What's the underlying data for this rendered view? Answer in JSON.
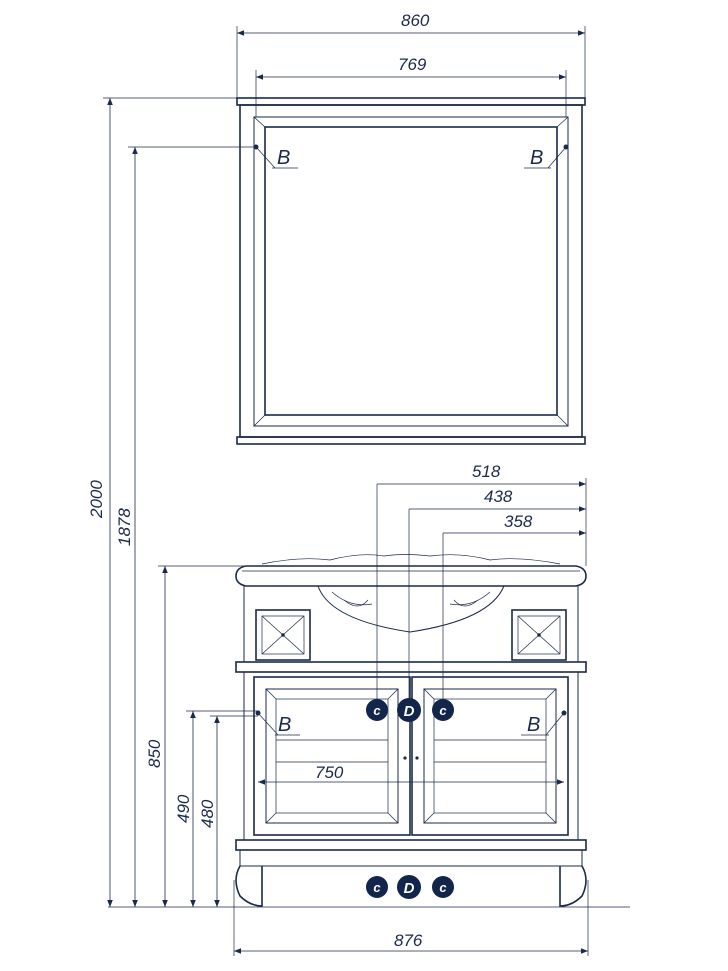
{
  "dimensions": {
    "mirror_width": "860",
    "mirror_inner_width": "769",
    "total_height": "2000",
    "mirror_point_height": "1878",
    "cabinet_top_height": "850",
    "lower_point_height_1": "490",
    "lower_point_height_2": "480",
    "dim_518": "518",
    "dim_438": "438",
    "dim_358": "358",
    "door_width": "750",
    "cabinet_width": "876"
  },
  "labels": {
    "mirror_point_left": "B",
    "mirror_point_right": "B",
    "door_point_left": "B",
    "door_point_right": "B",
    "upper_c_left": "c",
    "upper_d": "D",
    "upper_c_right": "c",
    "lower_c_left": "c",
    "lower_d": "D",
    "lower_c_right": "c"
  },
  "colors": {
    "line": "#1b2a4a",
    "badge_fill": "#12254a",
    "background": "#ffffff"
  }
}
